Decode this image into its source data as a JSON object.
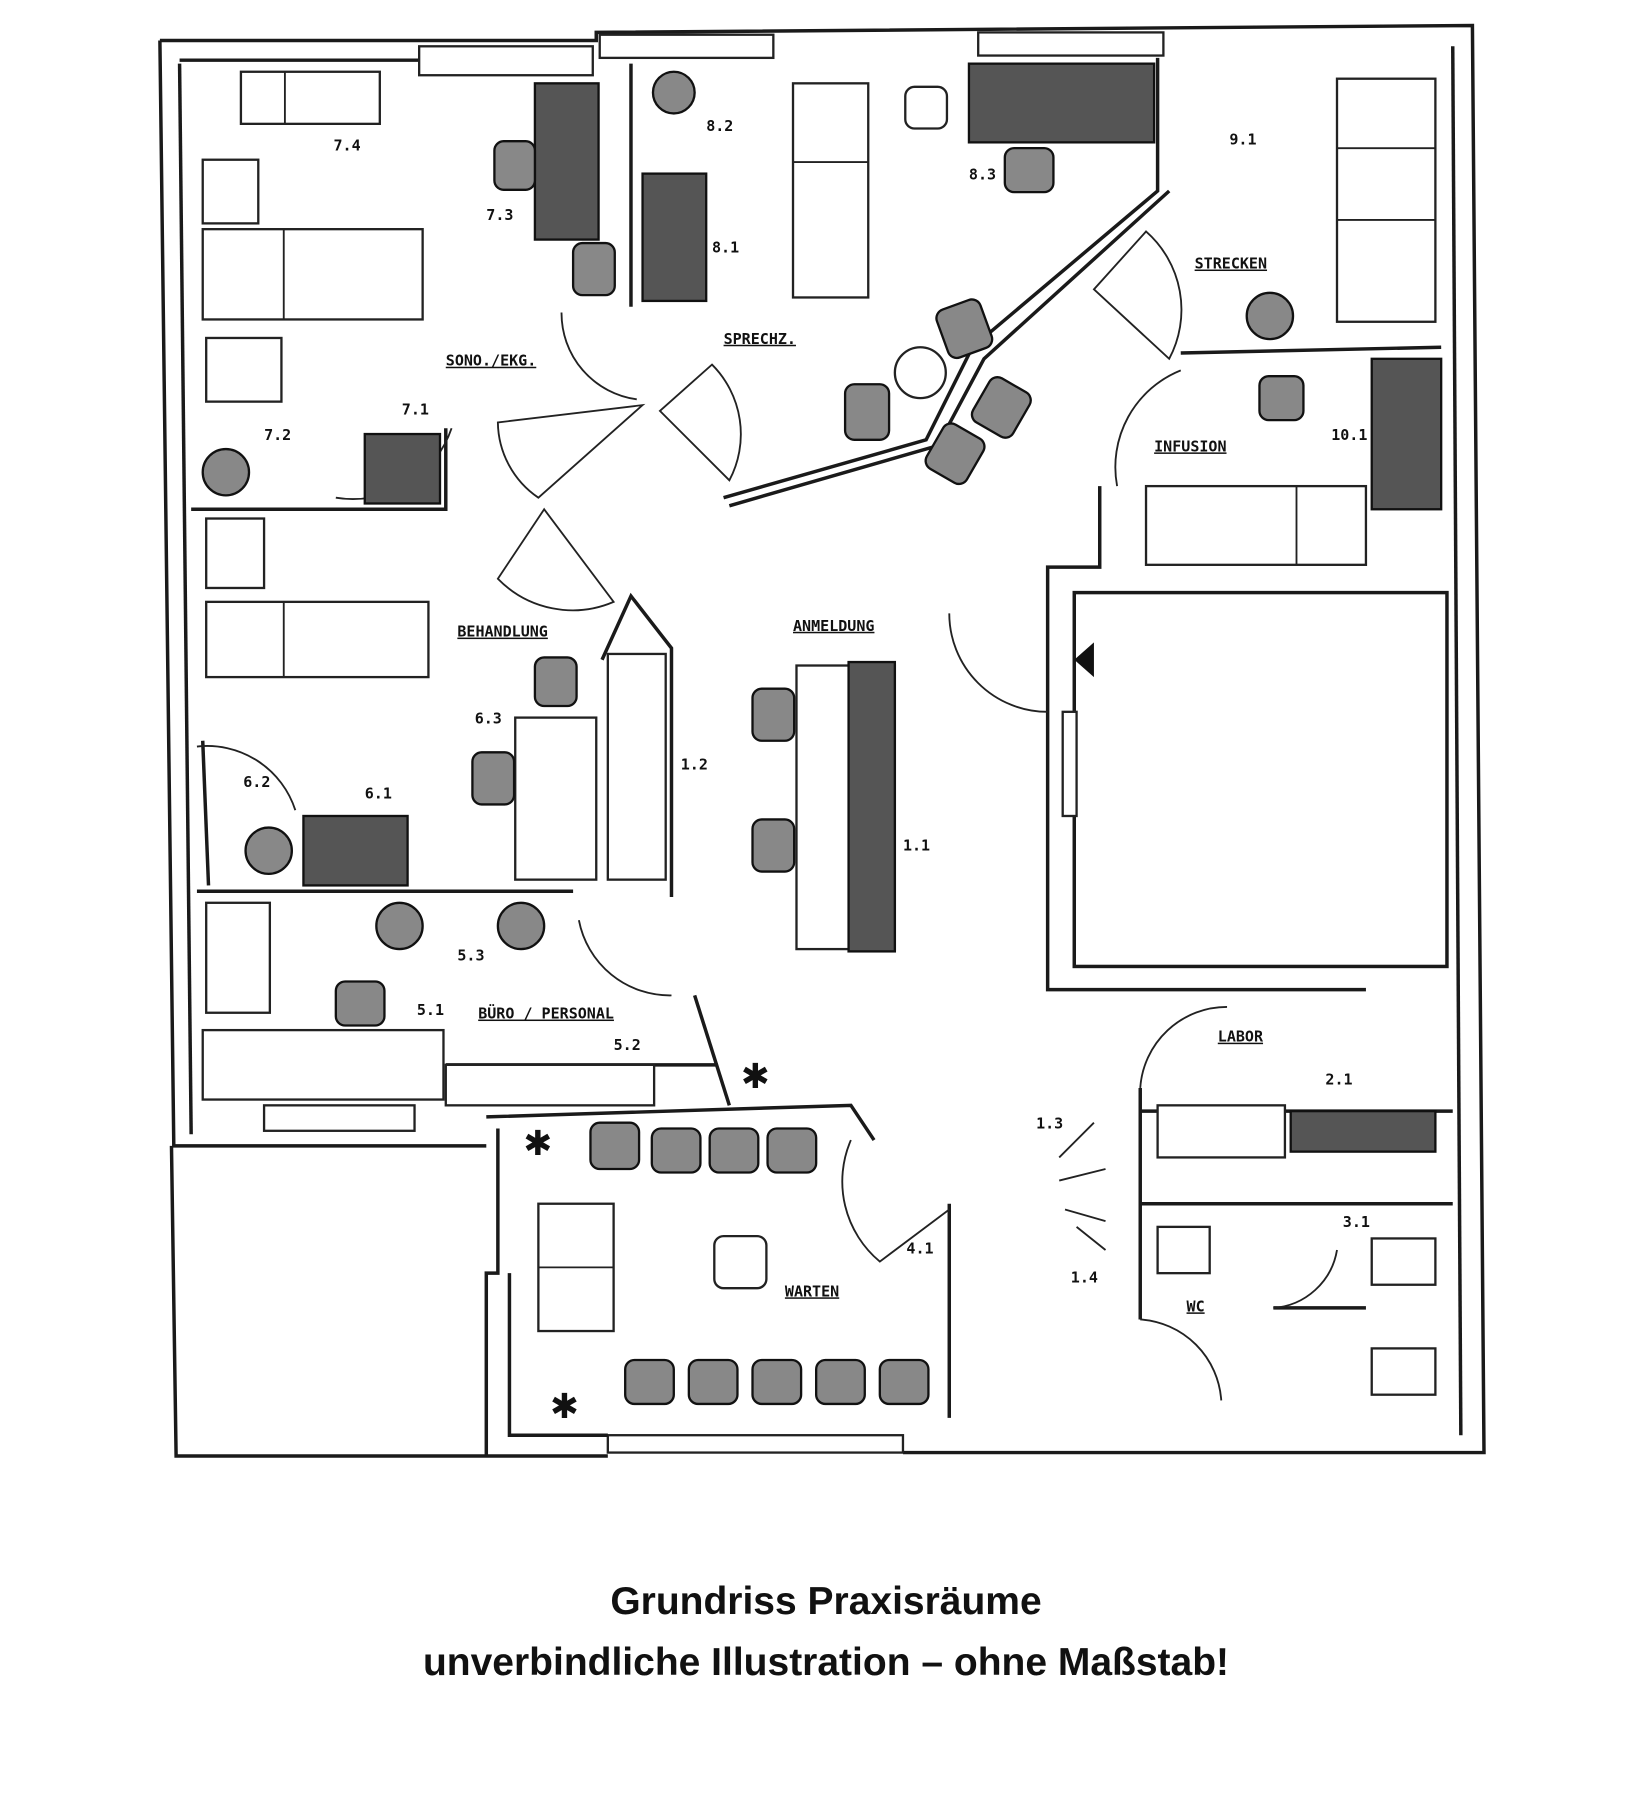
{
  "rooms": {
    "sono_ekg": "SONO./EKG.",
    "sprechz": "SPRECHZ.",
    "strecken": "STRECKEN",
    "infusion": "INFUSION",
    "behandlung": "BEHANDLUNG",
    "anmeldung": "ANMELDUNG",
    "buero_personal": "BÜRO / PERSONAL",
    "labor": "LABOR",
    "warten": "WARTEN",
    "wc": "WC"
  },
  "item_numbers": {
    "n7_1": "7.1",
    "n7_2": "7.2",
    "n7_3": "7.3",
    "n7_4": "7.4",
    "n8_1": "8.1",
    "n8_2": "8.2",
    "n8_3": "8.3",
    "n9_1": "9.1",
    "n10_1": "10.1",
    "n6_1": "6.1",
    "n6_2": "6.2",
    "n6_3": "6.3",
    "n1_1": "1.1",
    "n1_2": "1.2",
    "n1_3": "1.3",
    "n1_4": "1.4",
    "n5_1": "5.1",
    "n5_2": "5.2",
    "n5_3": "5.3",
    "n4_1": "4.1",
    "n2_1": "2.1",
    "n3_1": "3.1"
  },
  "caption": {
    "line1": "Grundriss Praxisräume",
    "line2": "unverbindliche Illustration – ohne Maßstab!"
  }
}
